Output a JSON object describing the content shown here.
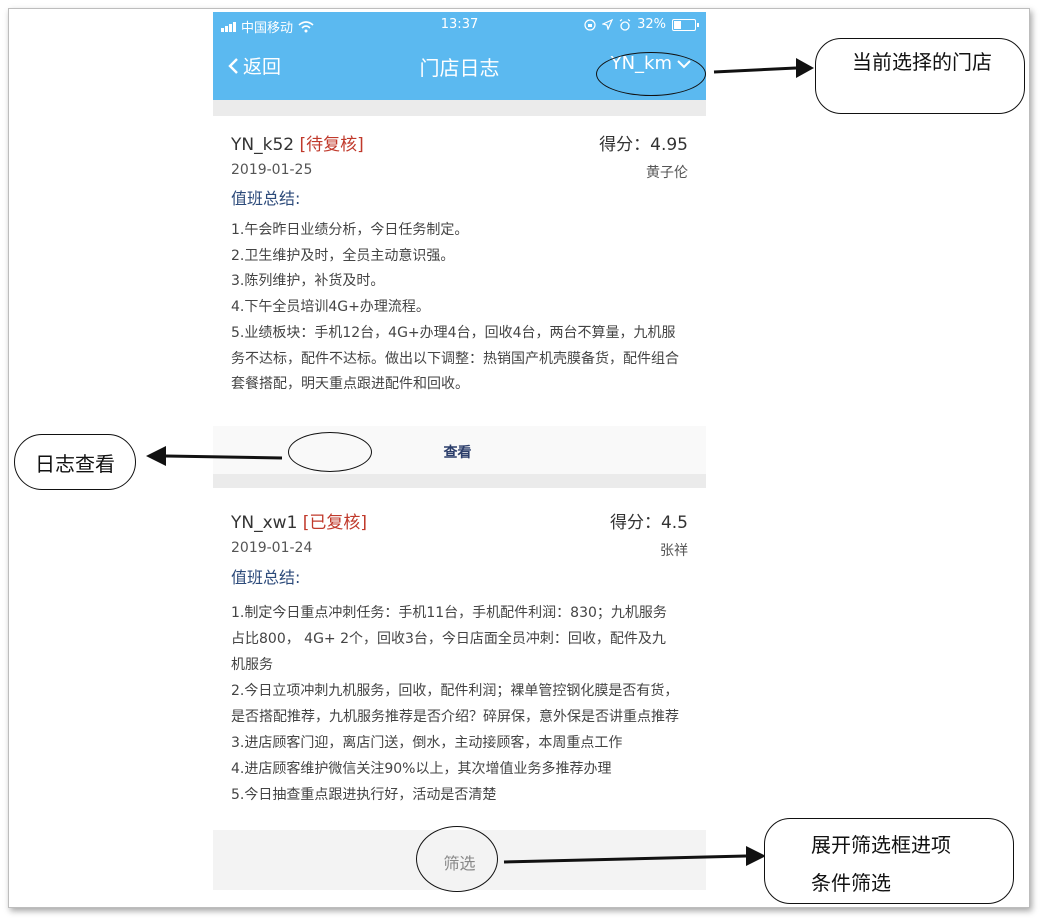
{
  "status_bar": {
    "carrier": "中国移动",
    "time": "13:37",
    "battery": "32%"
  },
  "nav": {
    "back_label": "返回",
    "title": "门店日志",
    "store": "YN_km"
  },
  "logs": [
    {
      "store": "YN_k52",
      "status": "[待复核]",
      "score": "得分：4.95",
      "date": "2019-01-25",
      "person": "黄子伦",
      "summary_label": "值班总结:",
      "lines": [
        "1.午会昨日业绩分析，今日任务制定。",
        "2.卫生维护及时，全员主动意识强。",
        "3.陈列维护，补货及时。",
        "4.下午全员培训4G+办理流程。",
        "5.业绩板块：手机12台，4G+办理4台，回收4台，两台不算量，九机服",
        "务不达标，配件不达标。做出以下调整：热销国产机壳膜备货，配件组合",
        "套餐搭配，明天重点跟进配件和回收。"
      ],
      "view_label": "查看"
    },
    {
      "store": "YN_xw1",
      "status": "[已复核]",
      "score": "得分：4.5",
      "date": "2019-01-24",
      "person": "张祥",
      "summary_label": "值班总结:",
      "lines": [
        "1.制定今日重点冲刺任务：手机11台，手机配件利润：830；九机服务",
        "占比800， 4G+ 2个，回收3台，今日店面全员冲刺：回收，配件及九",
        "机服务",
        "2.今日立项冲刺九机服务，回收，配件利润；裸单管控钢化膜是否有货，",
        "是否搭配推荐，九机服务推荐是否介绍？碎屏保，意外保是否讲重点推荐",
        "3.进店顾客门迎，离店门送，倒水，主动接顾客，本周重点工作",
        "4.进店顾客维护微信关注90%以上，其次增值业务多推荐办理",
        "5.今日抽查重点跟进执行好，活动是否清楚"
      ]
    }
  ],
  "filter_label": "筛选",
  "annotations": {
    "store_note": "当前选择的门店",
    "view_note": "日志查看",
    "filter_note_line1": "展开筛选框进项",
    "filter_note_line2": "条件筛选"
  }
}
